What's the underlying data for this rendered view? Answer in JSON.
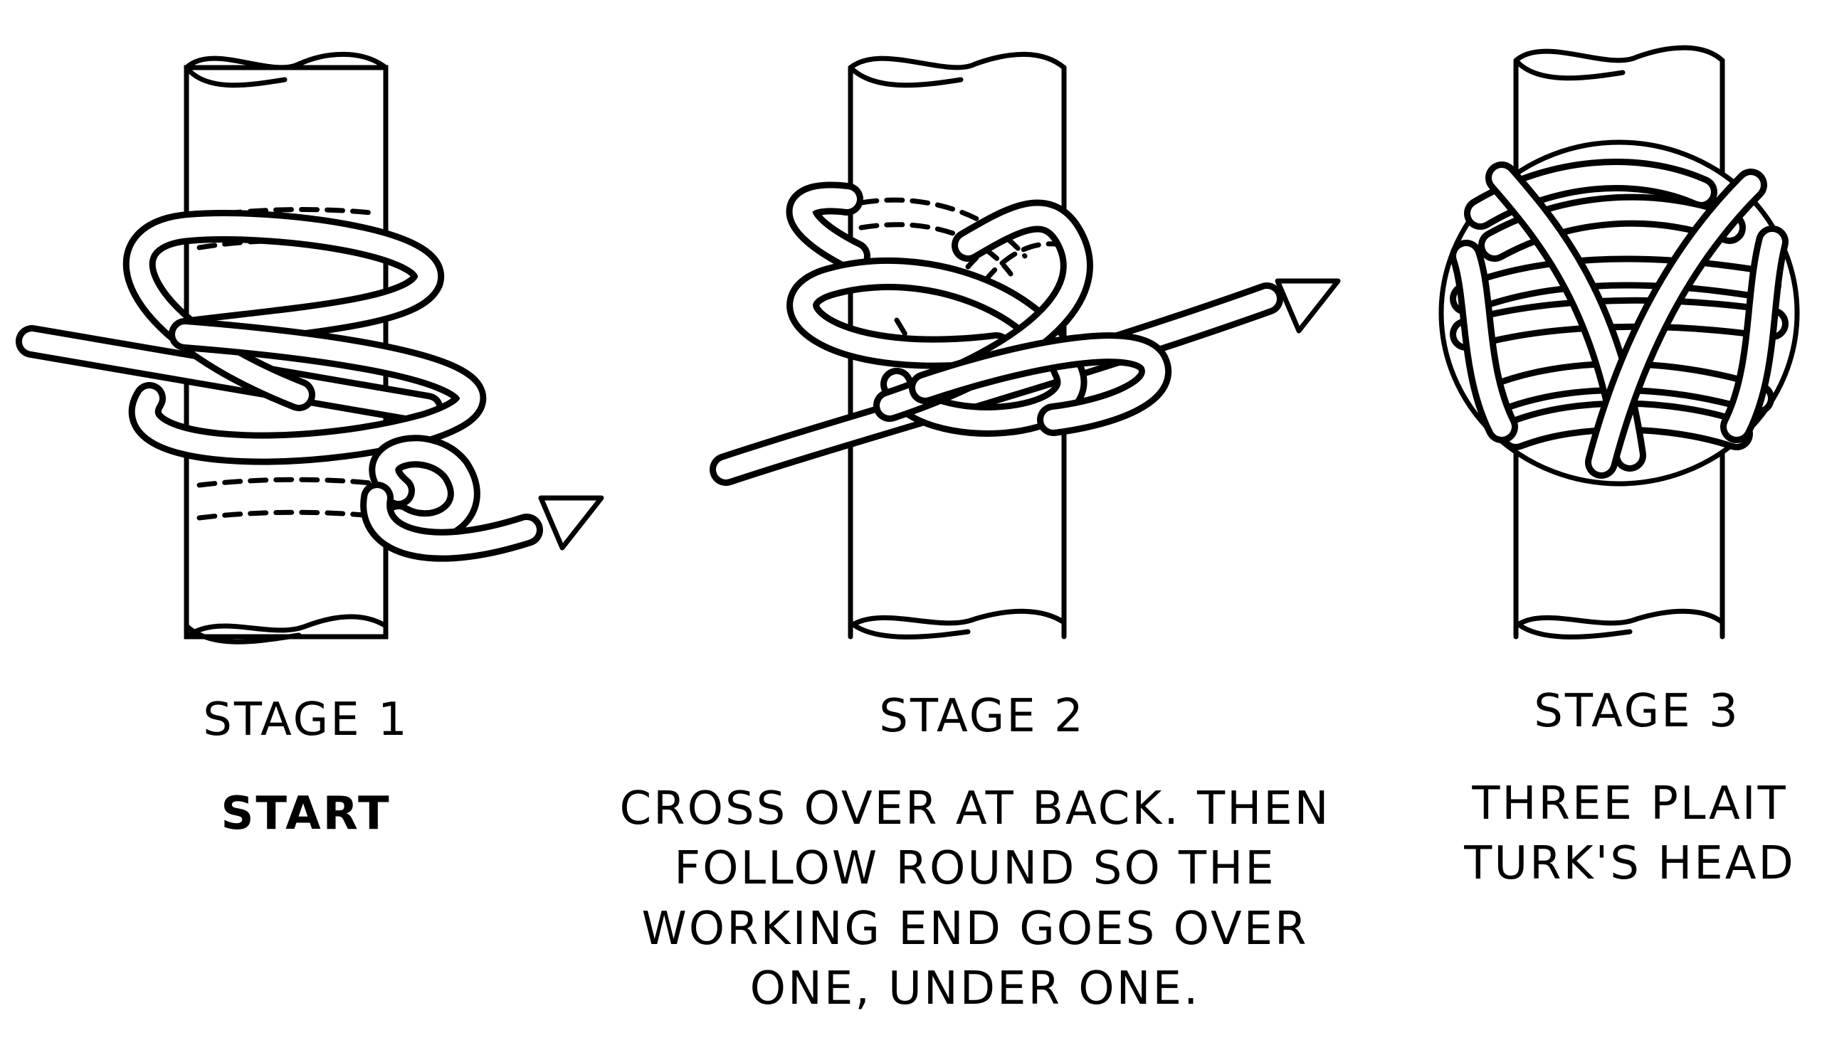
{
  "stage1": {
    "title": "STAGE 1",
    "description": "START"
  },
  "stage2": {
    "title": "STAGE 2",
    "description": "CROSS OVER AT BACK. THEN\nFOLLOW ROUND SO THE\nWORKING END GOES OVER\nONE, UNDER ONE."
  },
  "stage3": {
    "title": "STAGE 3",
    "description": "THREE PLAIT\nTURK'S HEAD"
  },
  "icons": [
    "pole-icon",
    "rope-icon",
    "arrow-triangle-icon",
    "turks-head-knot-icon"
  ],
  "colors": {
    "ink": "#000000",
    "paper": "#ffffff"
  }
}
